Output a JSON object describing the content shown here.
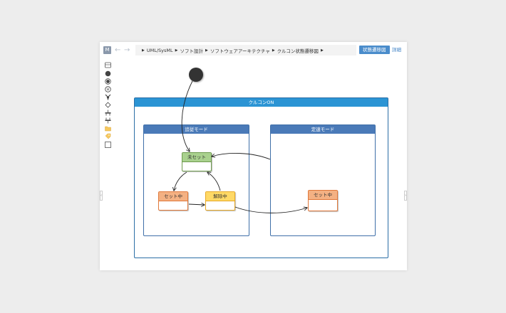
{
  "app": {
    "logo": "M",
    "back_icon": "arrow-left-icon",
    "forward_icon": "arrow-right-icon",
    "breadcrumb": [
      "UML/SysML",
      "ソフト設計",
      "ソフトウェアアーキテクチャ",
      "クルコン状態遷移図"
    ],
    "view_button": "状態遷移図",
    "detail_link": "詳細"
  },
  "palette": [
    "state-box-icon",
    "initial-state-icon",
    "final-state-icon",
    "history-state-icon",
    "junction-icon",
    "choice-icon",
    "fork-bar-icon",
    "join-bar-icon",
    "folder-icon",
    "note-icon",
    "frame-icon"
  ],
  "diagram": {
    "outer_state": "クルコンON",
    "regions": {
      "following": "追従モード",
      "constant": "定速モード"
    },
    "states": {
      "unset": "未セット",
      "setting_left": "セット中",
      "releasing": "解除中",
      "setting_right": "セット中"
    }
  },
  "colors": {
    "primary_blue": "#2b94d4",
    "region_blue": "#4a7ab8",
    "green_state": "#a9d18e",
    "orange_state": "#f4b183",
    "yellow_state": "#ffd966"
  }
}
